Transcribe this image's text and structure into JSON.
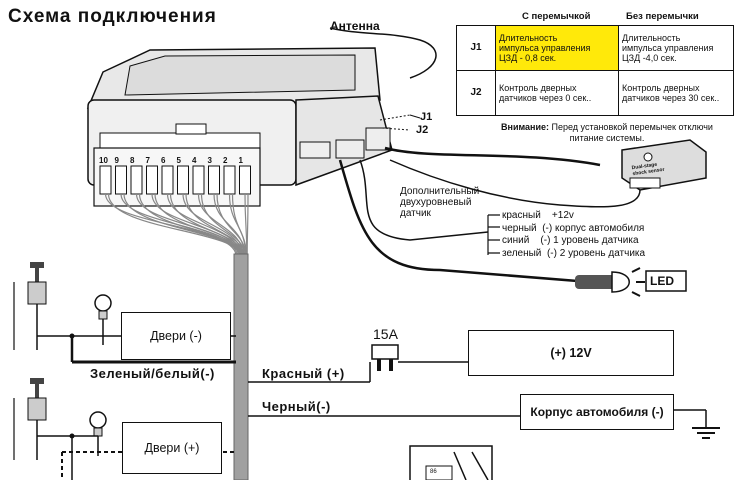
{
  "title": "Схема подключения",
  "antenna_label": "Антенна",
  "jumper_table": {
    "col_headers": [
      "С перемычкой",
      "Без перемычки"
    ],
    "rows": [
      {
        "id": "J1",
        "with": [
          "Длительность",
          "импульса управления",
          "ЦЗД - 0,8 сек."
        ],
        "without": [
          "Длительность",
          "импульса управления",
          "ЦЗД -4,0 сек."
        ]
      },
      {
        "id": "J2",
        "with": [
          "Контроль дверных",
          "датчиков через 0 сек.."
        ],
        "without": [
          "Контроль дверных",
          "датчиков через 30 сек.."
        ]
      }
    ],
    "highlight_color": "#ffe90a"
  },
  "jumper_labels": [
    "J1",
    "J2"
  ],
  "note_bold": "Внимание:",
  "note_line1": " Перед установкой перемычек отключи",
  "note_line2": "питание системы.",
  "shock_sensor_label": [
    "Dual-stage",
    "shock sensor"
  ],
  "additional_sensor_label": [
    "Дополнительный",
    "двухуровневый",
    "датчик"
  ],
  "sensor_wires": [
    {
      "color": "красный",
      "desc": "+12v"
    },
    {
      "color": "черный",
      "desc": "(-) корпус автомобиля"
    },
    {
      "color": "синий",
      "desc": "(-) 1 уровень датчика"
    },
    {
      "color": "зеленый",
      "desc": "(-) 2 уровень датчика"
    }
  ],
  "led_label": "LED",
  "connector_pins": [
    "10",
    "9",
    "8",
    "7",
    "6",
    "5",
    "4",
    "3",
    "2",
    "1"
  ],
  "fuse_label": "15A",
  "doors_minus_label": "Двери (-)",
  "doors_plus_label": "Двери (+)",
  "wire_green_white": "Зеленый/белый(-)",
  "wire_red": "Красный (+)",
  "wire_black": "Черный(-)",
  "plus12_label": "(+) 12V",
  "ground_label": "Корпус автомобиля (-)",
  "relay_pin_label": "86"
}
